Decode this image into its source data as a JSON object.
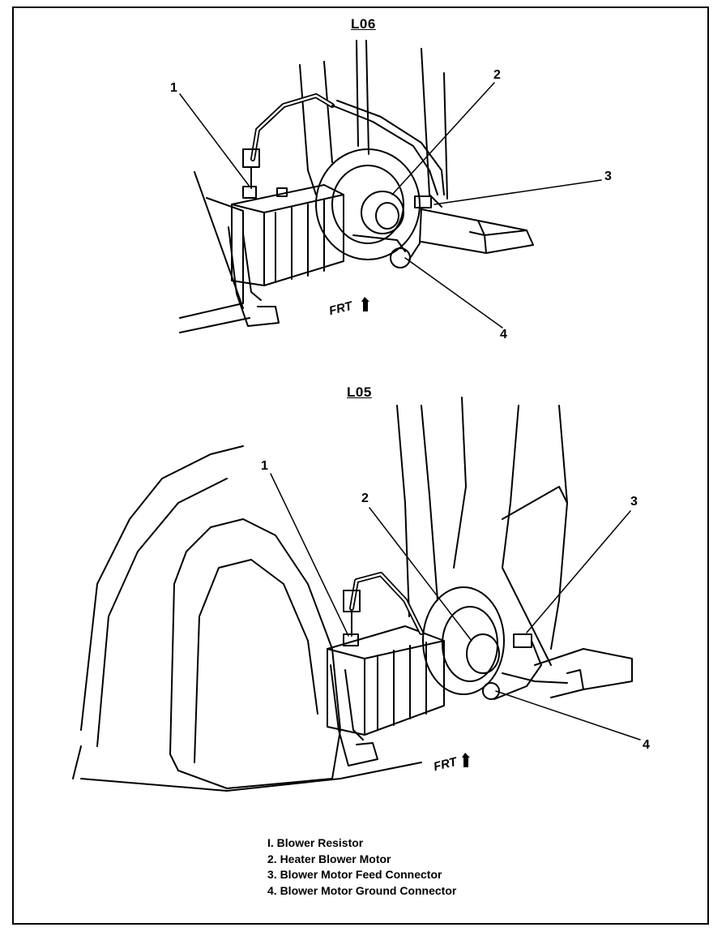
{
  "diagrams": [
    {
      "title": "L06",
      "callouts": [
        "1",
        "2",
        "3",
        "4"
      ],
      "direction_label": "FRT"
    },
    {
      "title": "L05",
      "callouts": [
        "1",
        "2",
        "3",
        "4"
      ],
      "direction_label": "FRT"
    }
  ],
  "legend": [
    "I. Blower Resistor",
    "2. Heater Blower Motor",
    "3. Blower Motor Feed Connector",
    "4. Blower Motor Ground Connector"
  ]
}
